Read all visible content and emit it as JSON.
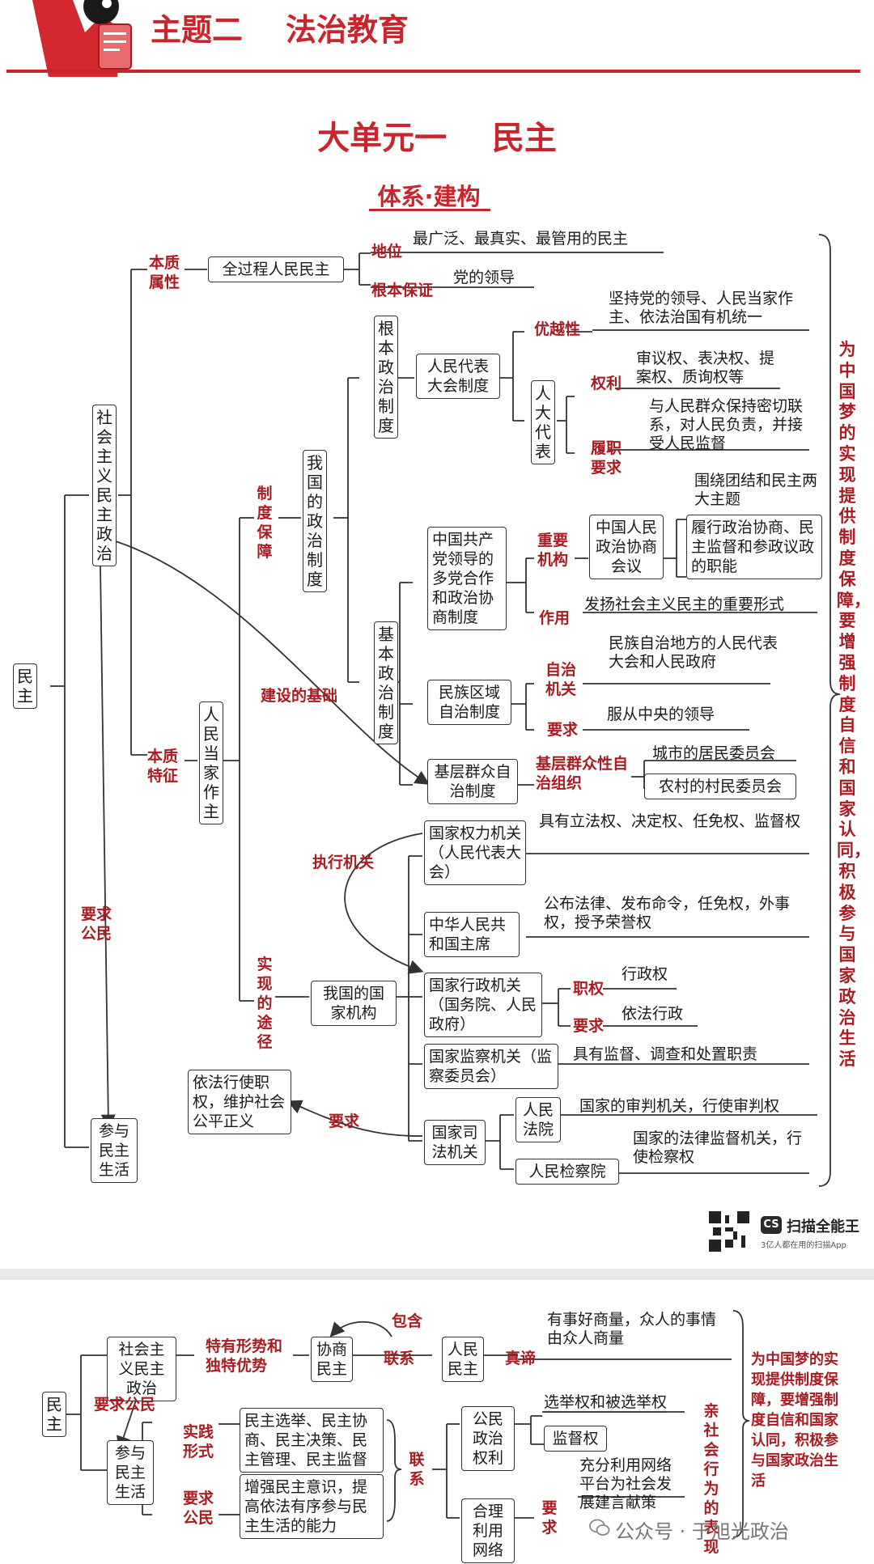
{
  "header": {
    "topic": "主题二    法治教育"
  },
  "unit_title": "大单元一    民主",
  "section_title": "体系·建构",
  "top": {
    "root": "民主",
    "socialist_democracy": "社会主义民主政治",
    "essence_attr": "本质属性",
    "whole_process": "全过程人民民主",
    "position_label": "地位",
    "position_text": "最广泛、最真实、最管用的民主",
    "guarantee_label": "根本保证",
    "guarantee_text": "党的领导",
    "essence_feature": "本质特征",
    "people_master": "人民当家作主",
    "system_guarantee": "制度保障",
    "our_political_system": "我国的政治制度",
    "fundamental_system": "根本政治制度",
    "npc_system": "人民代表大会制度",
    "superiority": "优越性",
    "superiority_text": "坚持党的领导、人民当家作主、依法治国有机统一",
    "deputies": "人大代表",
    "rights_label": "权利",
    "rights_text": "审议权、表决权、提案权、质询权等",
    "duty_label": "履职要求",
    "duty_text": "与人民群众保持密切联系，对人民负责，并接受人民监督",
    "basic_system": "基本政治制度",
    "cpc_coop": "中国共产党领导的多党合作和政治协商制度",
    "important_org": "重要机构",
    "cppcc": "中国人民政治协商会议",
    "cppcc_theme": "围绕团结和民主两大主题",
    "cppcc_duty": "履行政治协商、民主监督和参政议政的职能",
    "role_label": "作用",
    "role_text": "发扬社会主义民主的重要形式",
    "regional_autonomy": "民族区域自治制度",
    "autonomy_org": "自治机关",
    "autonomy_org_text": "民族自治地方的人民代表大会和人民政府",
    "requirement": "要求",
    "autonomy_req_text": "服从中央的领导",
    "build_foundation": "建设的基础",
    "grassroots": "基层群众自治制度",
    "grassroots_org": "基层群众性自治组织",
    "urban_committee": "城市的居民委员会",
    "rural_committee": "农村的村民委员会",
    "exec_organ": "执行机关",
    "path": "实现的途径",
    "state_organs": "我国的国家机构",
    "power_organ": "国家权力机关（人民代表大会）",
    "power_organ_text": "具有立法权、决定权、任免权、监督权",
    "president": "中华人民共和国主席",
    "president_text": "公布法律、发布命令，任免权，外事权，授予荣誉权",
    "admin_organ": "国家行政机关（国务院、人民政府）",
    "function_label": "职权",
    "function_text": "行政权",
    "admin_req_text": "依法行政",
    "supervision_organ": "国家监察机关（监察委员会）",
    "supervision_text": "具有监督、调查和处置职责",
    "judicial_organ": "国家司法机关",
    "court": "人民法院",
    "court_text": "国家的审判机关，行使审判权",
    "procuratorate": "人民检察院",
    "procuratorate_text": "国家的法律监督机关，行使检察权",
    "justice_box": "依法行使职权，维护社会公平正义",
    "require_citizens": "要求公民",
    "participate": "参与民主生活",
    "side_note": "为中国梦的实现提供制度保障，要增强制度自信和国家认同，积极参与国家政治生活"
  },
  "watermark_app": {
    "logo": "CS",
    "name": "扫描全能王",
    "sub": "3亿人都在用的扫描App"
  },
  "bottom": {
    "root": "民主",
    "socialist_democracy": "社会主义民主政治",
    "unique": "特有形势和独特优势",
    "consult": "协商民主",
    "contain": "包含",
    "connect": "联系",
    "people": "人民民主",
    "essence": "真谛",
    "essence_text": "有事好商量，众人的事情由众人商量",
    "require_citizens": "要求公民",
    "participate": "参与民主生活",
    "practice_form": "实践形式",
    "practice_text": "民主选举、民主协商、民主决策、民主管理、民主监督",
    "require_label": "要求公民",
    "require_text": "增强民主意识，提高依法有序参与民主生活的能力",
    "link": "联系",
    "political_rights": "公民政治权利",
    "vote": "选举权和被选举权",
    "supervise": "监督权",
    "internet": "合理利用网络",
    "req": "要求",
    "internet_text": "充分利用网络平台为社会发展建言献策",
    "prosocial": "亲社会行为的表现",
    "side_note": "为中国梦的实现提供制度保障，要增强制度自信和国家认同，积极参与国家政治生活"
  },
  "footer_watermark": "公众号 · 于旭光政治"
}
